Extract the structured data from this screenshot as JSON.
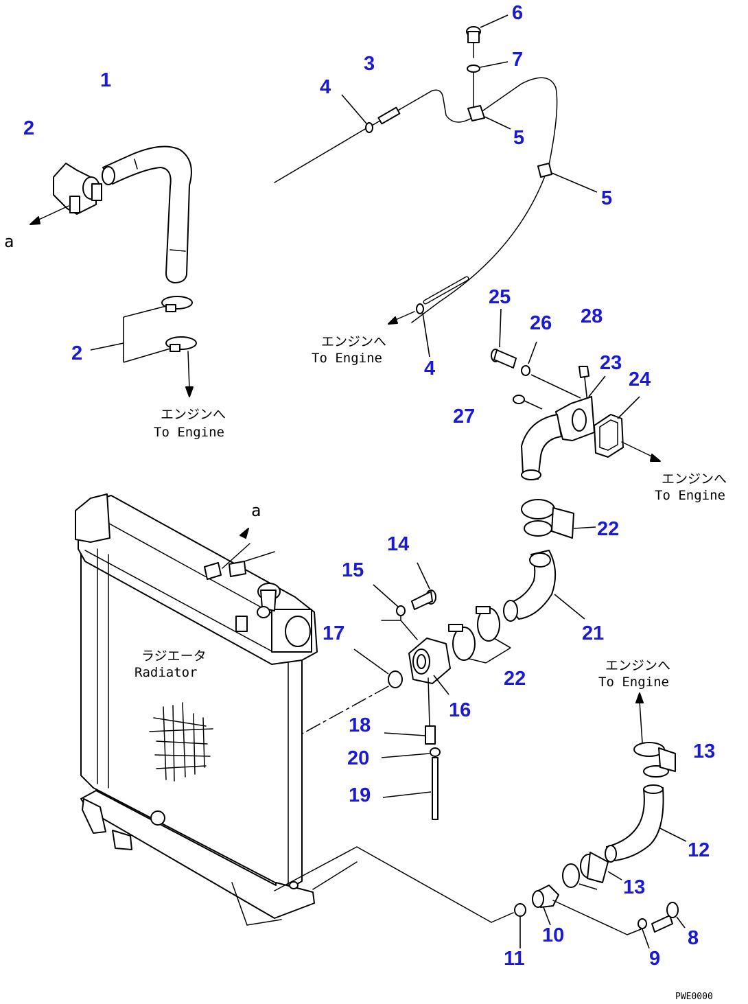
{
  "callouts": {
    "c1": "1",
    "c2a": "2",
    "c2b": "2",
    "c3": "3",
    "c4a": "4",
    "c4b": "4",
    "c5a": "5",
    "c5b": "5",
    "c6": "6",
    "c7": "7",
    "c8": "8",
    "c9": "9",
    "c10": "10",
    "c11": "11",
    "c12": "12",
    "c13a": "13",
    "c13b": "13",
    "c14": "14",
    "c15": "15",
    "c16": "16",
    "c17": "17",
    "c18": "18",
    "c19": "19",
    "c20": "20",
    "c21": "21",
    "c22a": "22",
    "c22b": "22",
    "c23": "23",
    "c24": "24",
    "c25": "25",
    "c26": "26",
    "c27": "27",
    "c28": "28"
  },
  "notes": {
    "to_engine_jp": "エンジンへ",
    "to_engine_en": "To Engine",
    "radiator_jp": "ラジエータ",
    "radiator_en": "Radiator",
    "connection_a": "a",
    "drawing_code": "PWE0000"
  }
}
